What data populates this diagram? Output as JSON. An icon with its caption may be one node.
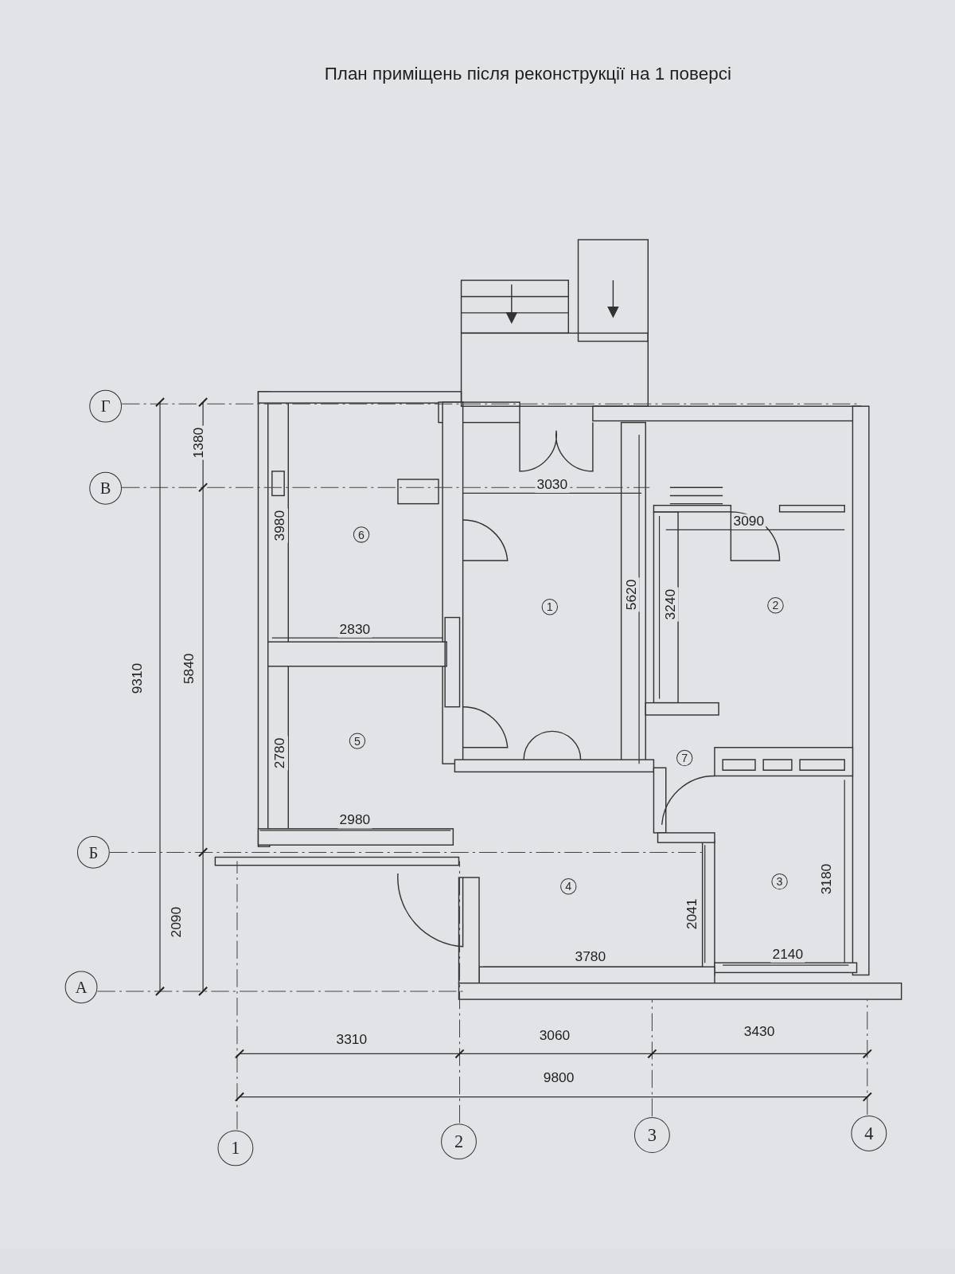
{
  "diagram": {
    "title": "План приміщень після реконструкції на 1 поверсі",
    "nodes": [
      {
        "text": [
          "Г"
        ]
      },
      {
        "text": [
          "В"
        ]
      },
      {
        "text": [
          "Б"
        ]
      },
      {
        "text": [
          "А"
        ]
      },
      {
        "text": [
          "1"
        ]
      },
      {
        "text": [
          "2"
        ]
      },
      {
        "text": [
          "3"
        ]
      },
      {
        "text": [
          "4"
        ]
      },
      {
        "text": [
          "6"
        ]
      },
      {
        "text": [
          "1"
        ]
      },
      {
        "text": [
          "2"
        ]
      },
      {
        "text": [
          "5"
        ]
      },
      {
        "text": [
          "7"
        ]
      },
      {
        "text": [
          "4"
        ]
      },
      {
        "text": [
          "3"
        ]
      }
    ],
    "edges": [],
    "labels": [
      "1380",
      "3030",
      "3980",
      "3090",
      "5620",
      "3240",
      "9310",
      "5840",
      "2830",
      "2780",
      "2980",
      "2090",
      "2041",
      "3180",
      "3780",
      "2140",
      "3310",
      "3060",
      "3430",
      "9800"
    ]
  }
}
